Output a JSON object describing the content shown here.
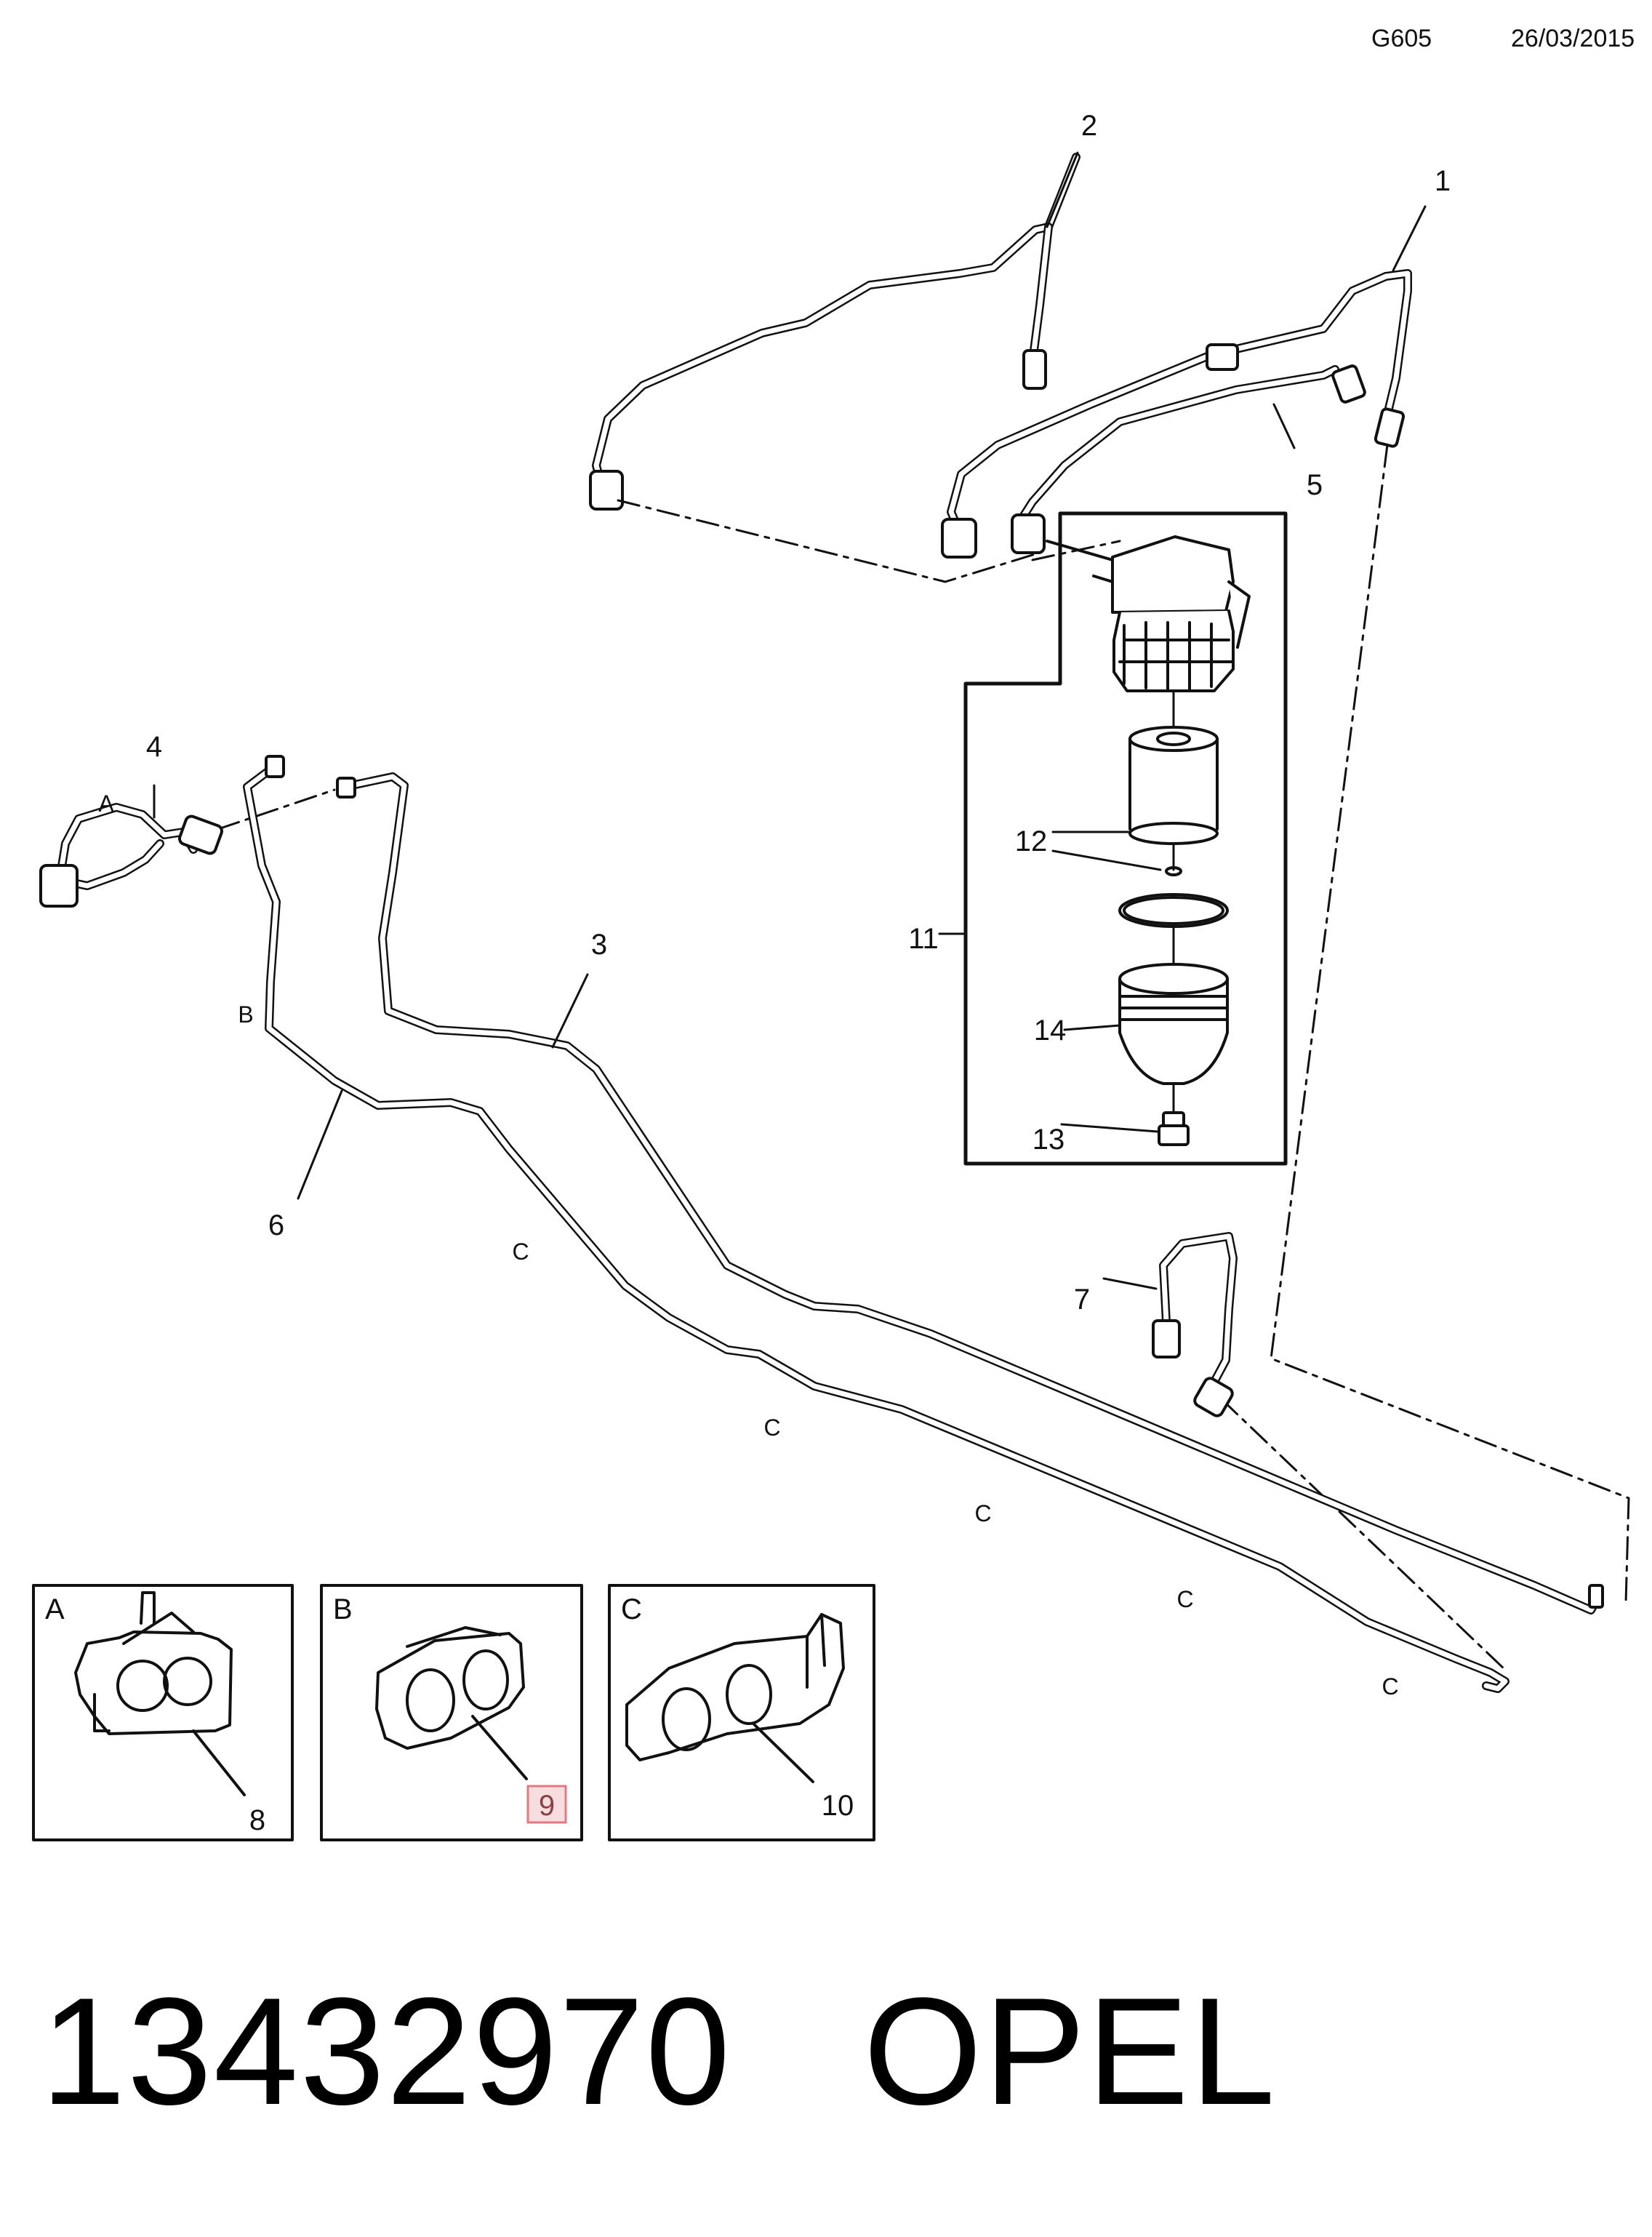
{
  "header": {
    "code": "G605",
    "date": "26/03/2015"
  },
  "callouts": {
    "c1": "1",
    "c2": "2",
    "c3": "3",
    "c4": "4",
    "c5": "5",
    "c6": "6",
    "c7": "7",
    "c8": "8",
    "c9": "9",
    "c10": "10",
    "c11": "11",
    "c12": "12",
    "c13": "13",
    "c14": "14"
  },
  "detail_codes": {
    "a": "A",
    "b": "B",
    "c": "C"
  },
  "detail_boxes": {
    "a": "A",
    "b": "B",
    "c": "C"
  },
  "footer": {
    "part_number": "13432970",
    "brand": "OPEL"
  },
  "colors": {
    "line": "#111111",
    "highlight_border": "#e07a80",
    "highlight_fill": "#f7dde0"
  }
}
